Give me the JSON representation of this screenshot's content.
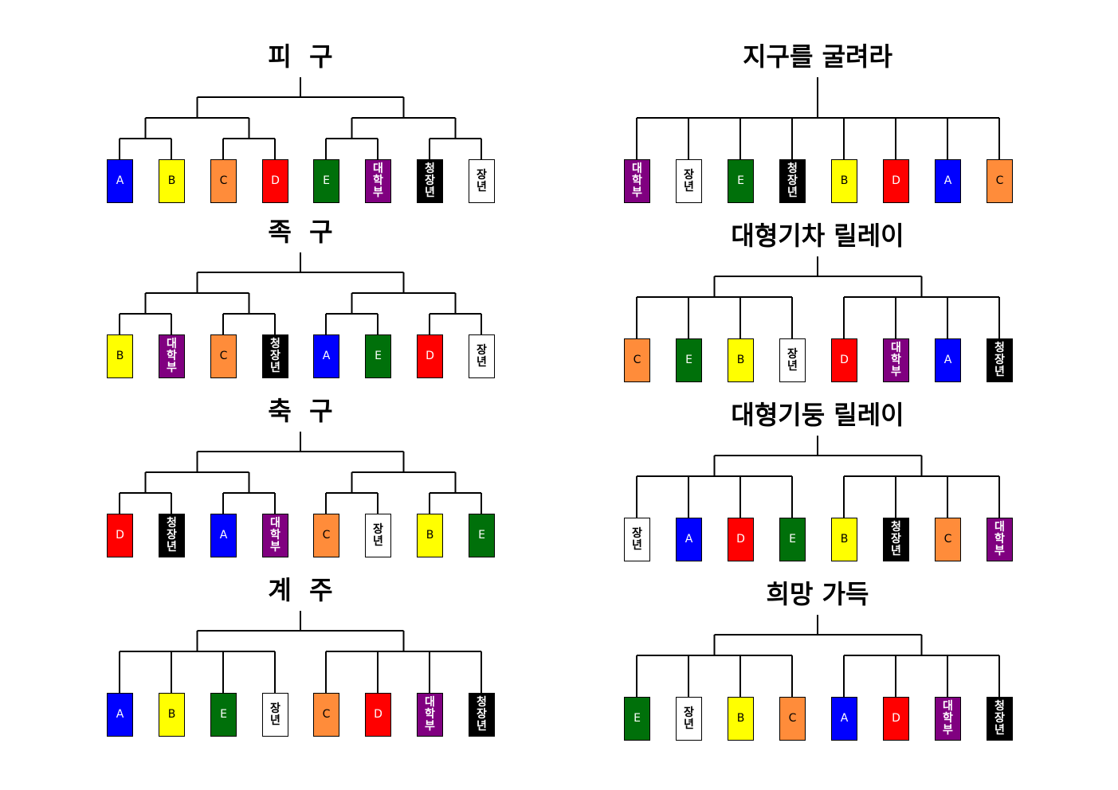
{
  "colors": {
    "A": "#0000ff",
    "B": "#ffff00",
    "C": "#ff8c3a",
    "D": "#ff0000",
    "E": "#00700a",
    "대학부": "#800080",
    "청장년": "#000000",
    "장년": "#ffffff"
  },
  "brackets": [
    {
      "title": "피  구",
      "teams": [
        "A",
        "B",
        "C",
        "D",
        "E",
        "대학부",
        "청장년",
        "장년"
      ]
    },
    {
      "title": "족  구",
      "teams": [
        "B",
        "대학부",
        "C",
        "청장년",
        "A",
        "E",
        "D",
        "장년"
      ]
    },
    {
      "title": "축  구",
      "teams": [
        "D",
        "청장년",
        "A",
        "대학부",
        "C",
        "장년",
        "B",
        "E"
      ]
    },
    {
      "title": "계  주",
      "teams": [
        "A",
        "B",
        "E",
        "장년",
        "C",
        "D",
        "대학부",
        "청장년"
      ]
    },
    {
      "title": "지구를 굴려라",
      "teams": [
        "대학부",
        "장년",
        "E",
        "청장년",
        "B",
        "D",
        "A",
        "C"
      ]
    },
    {
      "title": "대형기차 릴레이",
      "teams": [
        "C",
        "E",
        "B",
        "장년",
        "D",
        "대학부",
        "A",
        "청장년"
      ]
    },
    {
      "title": "대형기둥 릴레이",
      "teams": [
        "장년",
        "A",
        "D",
        "E",
        "B",
        "청장년",
        "C",
        "대학부"
      ]
    },
    {
      "title": "희망 가득",
      "teams": [
        "E",
        "장년",
        "B",
        "C",
        "A",
        "D",
        "대학부",
        "청장년"
      ]
    }
  ]
}
